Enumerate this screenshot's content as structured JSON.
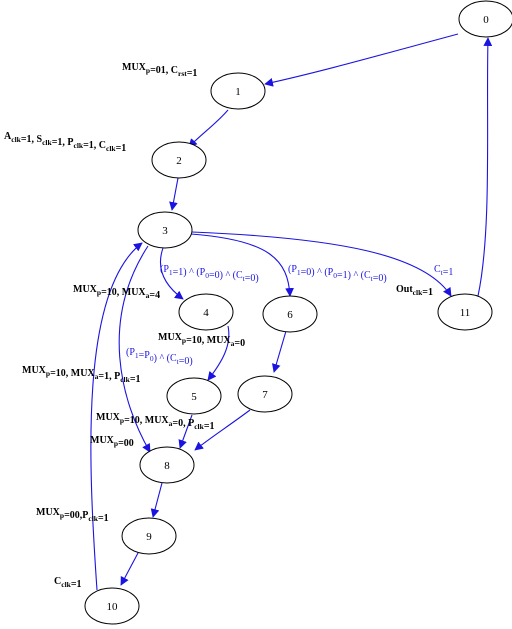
{
  "diagram": {
    "nodes": [
      {
        "id": "0",
        "label": "0"
      },
      {
        "id": "1",
        "label": "1"
      },
      {
        "id": "2",
        "label": "2"
      },
      {
        "id": "3",
        "label": "3"
      },
      {
        "id": "4",
        "label": "4"
      },
      {
        "id": "5",
        "label": "5"
      },
      {
        "id": "6",
        "label": "6"
      },
      {
        "id": "7",
        "label": "7"
      },
      {
        "id": "8",
        "label": "8"
      },
      {
        "id": "9",
        "label": "9"
      },
      {
        "id": "10",
        "label": "10"
      },
      {
        "id": "11",
        "label": "11"
      }
    ],
    "edges": [
      {
        "from": "0",
        "to": "1",
        "label": "MUX_p=01, C_rst=1"
      },
      {
        "from": "1",
        "to": "2",
        "label": "A_clk=1, S_clk=1, P_clk=1, C_clk=1"
      },
      {
        "from": "2",
        "to": "3",
        "label": ""
      },
      {
        "from": "3",
        "to": "4",
        "label": "(P_1=1) ^ (P_0=0) ^ (C_t=0)"
      },
      {
        "from": "3",
        "to": "6",
        "label": "(P_1=0) ^ (P_0=1) ^ (C_t=0)"
      },
      {
        "from": "3",
        "to": "11",
        "label": "C_t=1"
      },
      {
        "from": "3",
        "to": "8",
        "label": "(P_1=P_0) ^ (C_t=0)"
      },
      {
        "from": "4",
        "to": "5",
        "label": "MUX_p=10, MUX_a=0"
      },
      {
        "from": "5",
        "to": "8",
        "label": "MUX_p=10, MUX_a=0, P_clk=1"
      },
      {
        "from": "6",
        "to": "7",
        "label": ""
      },
      {
        "from": "7",
        "to": "8",
        "label": ""
      },
      {
        "from": "8",
        "to": "9",
        "label": "MUX_p=00"
      },
      {
        "from": "9",
        "to": "10",
        "label": "MUX_p=00,P_clk=1"
      },
      {
        "from": "10",
        "to": "3",
        "label": "C_clk=1"
      },
      {
        "from": "11",
        "to": "0",
        "label": "Out_clk=1"
      }
    ],
    "extra_labels": [
      {
        "label": "MUX_p=10, MUX_a=4"
      },
      {
        "label": "MUX_p=10, MUX_a=1, P_clk=1"
      }
    ]
  }
}
